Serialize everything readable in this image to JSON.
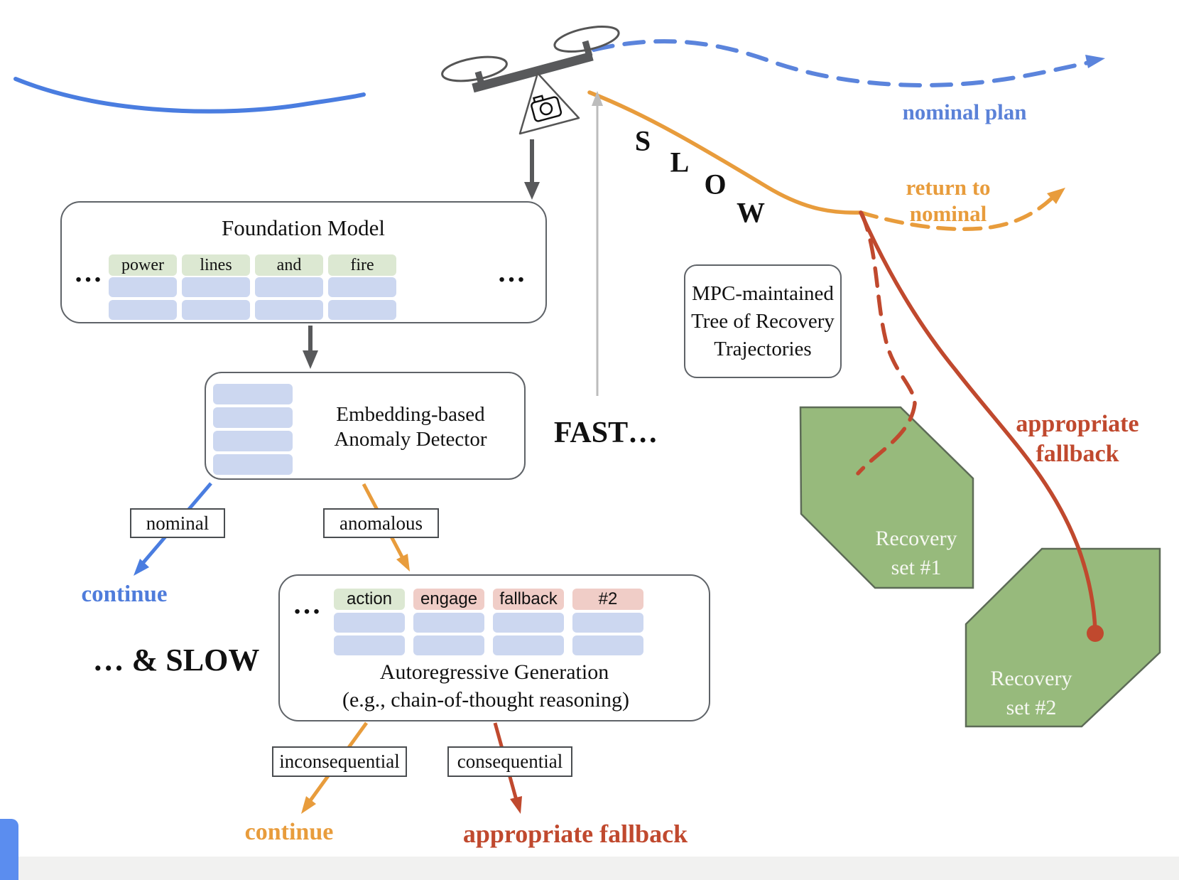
{
  "palette": {
    "blue": "#4f7cdb",
    "orange": "#e89c3c",
    "red": "#c0492e",
    "green_cell": "#dce8d2",
    "pink_cell": "#f0cdc7",
    "blue_cell": "#ccd7f0",
    "hexagon_green": "#97ba7c",
    "box_border": "#5f6368"
  },
  "foundation_model": {
    "title": "Foundation Model",
    "ellipsis_left": "…",
    "ellipsis_right": "…",
    "tokens": [
      {
        "label": "power",
        "type": "green"
      },
      {
        "label": "lines",
        "type": "green"
      },
      {
        "label": "and",
        "type": "green"
      },
      {
        "label": "fire",
        "type": "green"
      }
    ]
  },
  "anomaly_detector": {
    "line1": "Embedding-based",
    "line2": "Anomaly Detector"
  },
  "autoregressive": {
    "ellipsis": "…",
    "title": "Autoregressive Generation",
    "subtitle": "(e.g., chain-of-thought reasoning)",
    "tokens": [
      {
        "label": "action",
        "type": "green"
      },
      {
        "label": "engage",
        "type": "pink"
      },
      {
        "label": "fallback",
        "type": "pink"
      },
      {
        "label": "#2",
        "type": "pink"
      }
    ]
  },
  "branch_labels": {
    "nominal": "nominal",
    "anomalous": "anomalous",
    "inconsequential": "inconsequential",
    "consequential": "consequential"
  },
  "annotations": {
    "fast": "FAST…",
    "and_slow": "… & SLOW",
    "continue_blue": "continue",
    "continue_orange": "continue",
    "appropriate_fallback_bottom": "appropriate fallback",
    "nominal_plan": "nominal plan",
    "slow_letters": [
      "S",
      "L",
      "O",
      "W"
    ],
    "return_to_nominal": {
      "line1": "return to",
      "line2": "nominal"
    },
    "appropriate_fallback_right": {
      "line1": "appropriate",
      "line2": "fallback"
    }
  },
  "mpc_box": {
    "line1": "MPC-maintained",
    "line2": "Tree of Recovery",
    "line3": "Trajectories"
  },
  "recovery_sets": [
    {
      "line1": "Recovery",
      "line2": "set #1"
    },
    {
      "line1": "Recovery",
      "line2": "set #2"
    }
  ]
}
